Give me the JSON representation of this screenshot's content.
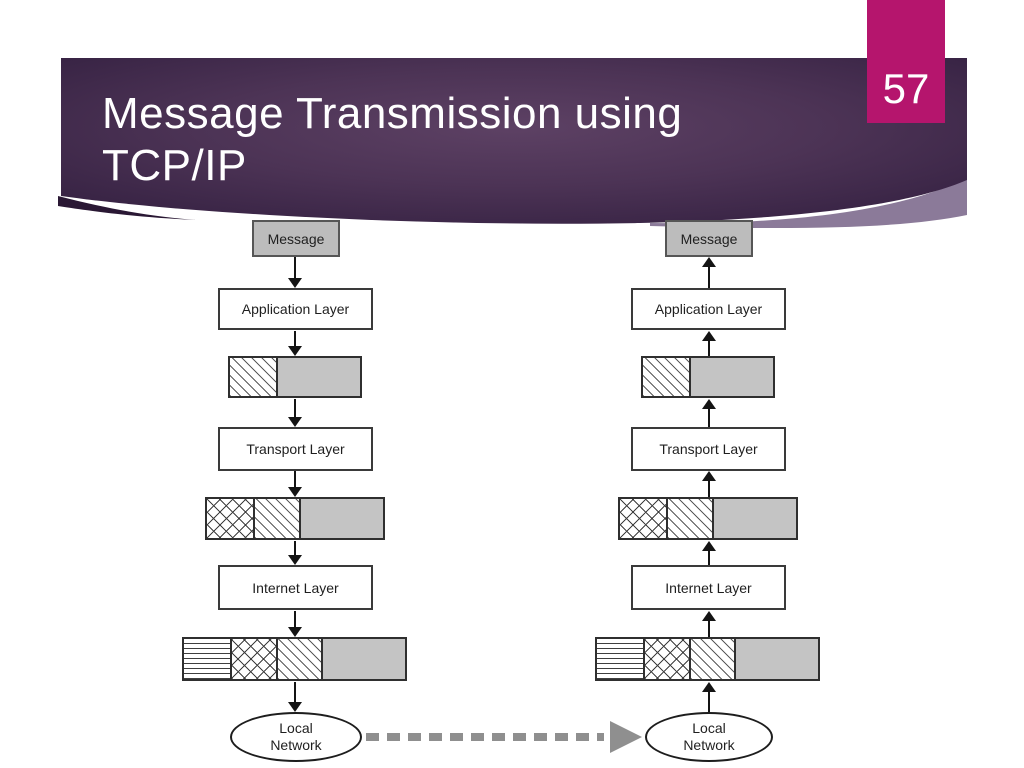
{
  "slide": {
    "page_number": "57",
    "title": {
      "line1": "Message Transmission using",
      "line2": "TCP/IP"
    },
    "colors": {
      "banner_dark": "#301e3c",
      "banner_light": "#5d4164",
      "accent_magenta": "#b5156d",
      "ribbon_lavender": "#8b7a99",
      "segment_gray": "#c4c4c4",
      "dashed_arrow_gray": "#8f8f8f"
    }
  },
  "diagram": {
    "labels": {
      "message": "Message",
      "application_layer": "Application Layer",
      "transport_layer": "Transport Layer",
      "internet_layer": "Internet Layer",
      "local_network_line1": "Local",
      "local_network_line2": "Network"
    },
    "columns": [
      {
        "role": "sender",
        "flow": "down"
      },
      {
        "role": "receiver",
        "flow": "up"
      }
    ]
  }
}
